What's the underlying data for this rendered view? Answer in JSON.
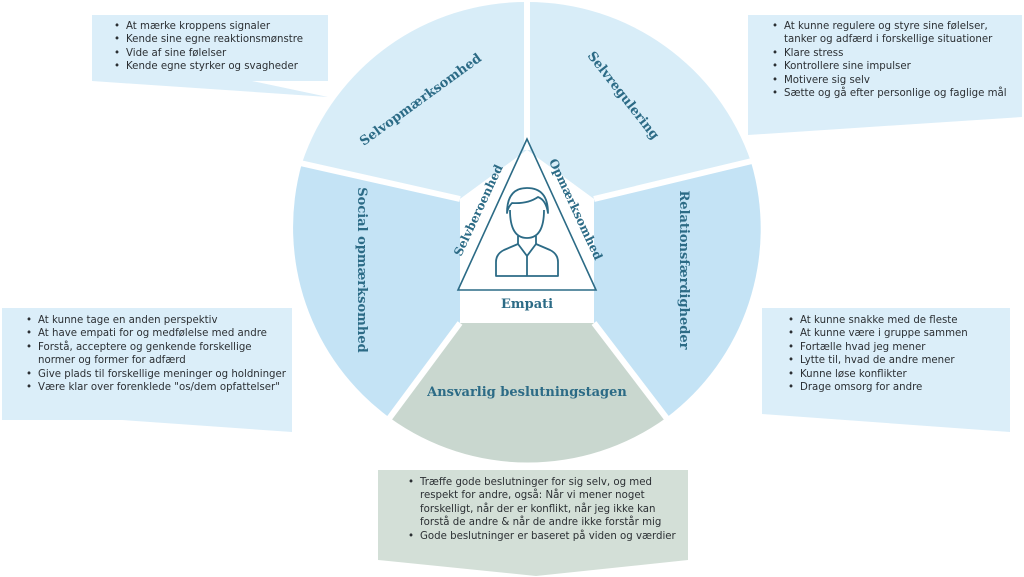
{
  "colors": {
    "segment_light": "#d8edf8",
    "segment_mid": "#c4e3f5",
    "segment_bottom": "#c9d7cf",
    "box_light": "#dbeef9",
    "box_bottom": "#d3dfd7",
    "label": "#2c6b86",
    "stroke": "#2c6b86"
  },
  "center": {
    "title": "Empati",
    "left": "Selvberoenhed",
    "right": "Opmærksomhed",
    "icon": "person-icon"
  },
  "segments": [
    {
      "id": "selvopmaerksomhed",
      "title": "Selvopmærksomhed",
      "items": [
        "At mærke kroppens signaler",
        "Kende sine egne reaktionsmønstre",
        "Vide af sine følelser",
        "Kende egne styrker og svagheder"
      ]
    },
    {
      "id": "selvregulering",
      "title": "Selvregulering",
      "items": [
        "At kunne regulere og styre sine følelser, tanker og adfærd i forskellige situationer",
        "Klare stress",
        "Kontrollere sine impulser",
        "Motivere sig selv",
        "Sætte og gå efter personlige og faglige mål"
      ]
    },
    {
      "id": "relationsfaerdigheder",
      "title": "Relationsfærdigheder",
      "items": [
        "At kunne snakke med de fleste",
        "At kunne være i gruppe sammen",
        "Fortælle hvad jeg mener",
        "Lytte til, hvad de andre mener",
        "Kunne løse konflikter",
        "Drage omsorg for andre"
      ]
    },
    {
      "id": "ansvarlig",
      "title": "Ansvarlig beslutningstagen",
      "items": [
        "Træffe gode beslutninger for sig selv, og med respekt for andre, også: Når vi mener noget forskelligt, når der er konflikt, når jeg ikke kan forstå de andre & når de andre ikke forstår mig",
        "Gode beslutninger er baseret på viden og værdier"
      ]
    },
    {
      "id": "social",
      "title": "Social opmærksomhed",
      "items": [
        "At kunne tage en anden perspektiv",
        "At have empati for og medfølelse med andre",
        "Forstå, acceptere og genkende forskellige normer og former for adfærd",
        "Give plads til forskellige meninger og holdninger",
        "Være klar over forenklede \"os/dem opfattelser\""
      ]
    }
  ]
}
